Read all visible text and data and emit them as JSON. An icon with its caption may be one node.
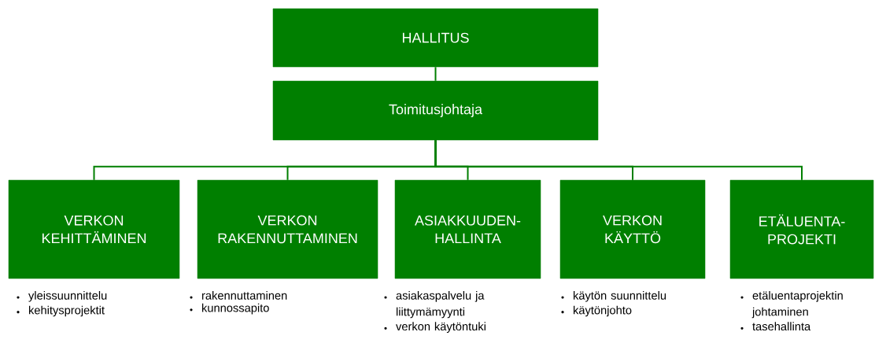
{
  "diagram": {
    "nodes": [
      {
        "text": [
          "HALLITUS"
        ]
      },
      {
        "text": [
          "Toimitusjohtaja"
        ]
      },
      {
        "text": [
          "VERKON KEHITTÄMINEN"
        ],
        "beside": [
          "yleissuunnittelu",
          "kehitysprojektit"
        ]
      },
      {
        "text": [
          "VERKON RAKENNUTTAMINEN"
        ],
        "beside": [
          "rakennuttaminen",
          "kunnossapito"
        ]
      },
      {
        "text": [
          "ASIAKKUUDEN- HALLINTA"
        ],
        "beside": [
          "asiakaspalvelu ja liittymämyynti",
          "verkon käytöntuki"
        ]
      },
      {
        "text": [
          "VERKON KÄYTTÖ"
        ],
        "beside": [
          "käytön suunnittelu",
          "käytönjohto"
        ]
      },
      {
        "text": [
          "ETÄLUENTA- PROJEKTI"
        ],
        "beside": [
          "etäluentaprojektin johtaminen",
          "tasehallinta"
        ]
      }
    ],
    "edges": [
      {
        "from": 0,
        "to": 1,
        "arrow": "none"
      },
      {
        "from": 1,
        "to": 2,
        "arrow": "none"
      },
      {
        "from": 1,
        "to": 3,
        "arrow": "none"
      },
      {
        "from": 1,
        "to": 4,
        "arrow": "none"
      },
      {
        "from": 1,
        "to": 5,
        "arrow": "none"
      },
      {
        "from": 1,
        "to": 6,
        "arrow": "none"
      }
    ]
  }
}
